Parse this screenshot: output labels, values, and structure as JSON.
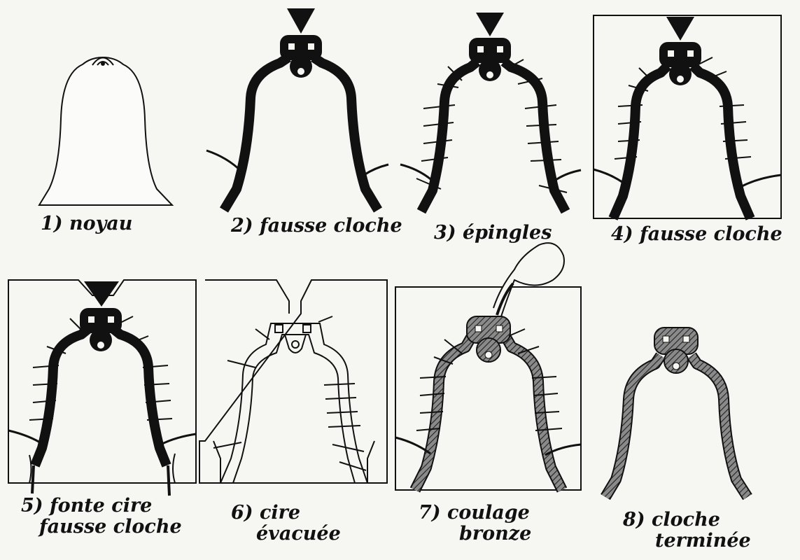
{
  "steps": [
    {
      "label": "1) noyau"
    },
    {
      "label": "2) fausse cloche"
    },
    {
      "label": "3) épingles"
    },
    {
      "label": "4) fausse cloche"
    },
    {
      "label_line1": "5) fonte cire",
      "label_line2": "fausse cloche"
    },
    {
      "label_line1": "6) cire",
      "label_line2": "évacuée"
    },
    {
      "label_line1": "7) coulage",
      "label_line2": "bronze"
    },
    {
      "label_line1": "8) cloche",
      "label_line2": "terminée"
    }
  ],
  "colors": {
    "ink": "#111111",
    "paper": "#f6f6f3"
  }
}
